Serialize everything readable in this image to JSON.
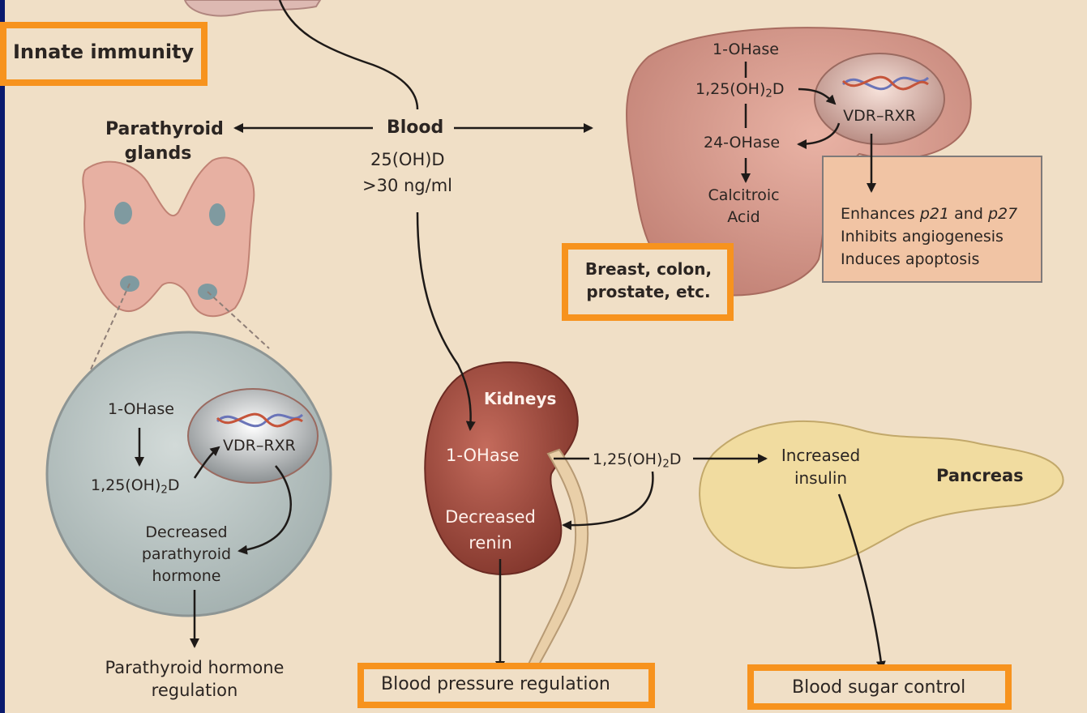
{
  "labels": {
    "innate_immunity": "Innate immunity",
    "parathyroid_glands": "Parathyroid glands",
    "blood": "Blood",
    "blood_level": "25(OH)D",
    "blood_threshold": ">30 ng/ml",
    "breast": "Breast, colon, prostate, etc.",
    "kidneys": "Kidneys",
    "pancreas": "Pancreas",
    "one_ohase": "1-OHase",
    "calcitriol": "1,25(OH)2D",
    "vdr_rxr": "VDR–RXR",
    "ohase24": "24-OHase",
    "calcitroic": "Calcitroic Acid",
    "enhances_prefix": "Enhances",
    "p21": "p21",
    "and": "and",
    "p27": "p27",
    "inhibits": "Inhibits angiogenesis",
    "induces": "Induces apoptosis",
    "decreased_pth": "Decreased parathyroid hormone",
    "pth_regulation": "Parathyroid hormone regulation",
    "decreased_renin": "Decreased renin",
    "increased_insulin": "Increased insulin",
    "bp_regulation": "Blood pressure regulation",
    "sugar_control": "Blood sugar control"
  },
  "colors": {
    "frame": "#0a1a6e",
    "background": "#f0dfc6",
    "highlight_border": "#f7931e",
    "arrow": "#1e1a18",
    "organ_breast": "#c98a7c",
    "organ_kidney": "#9a4a3e",
    "organ_pancreas": "#f1dca0",
    "organ_parathyroid": "#e7b0a2",
    "gland_nodule": "#7f9aa0",
    "inset_circle": "#b7c3c2",
    "info_box": "#f1c4a4"
  }
}
